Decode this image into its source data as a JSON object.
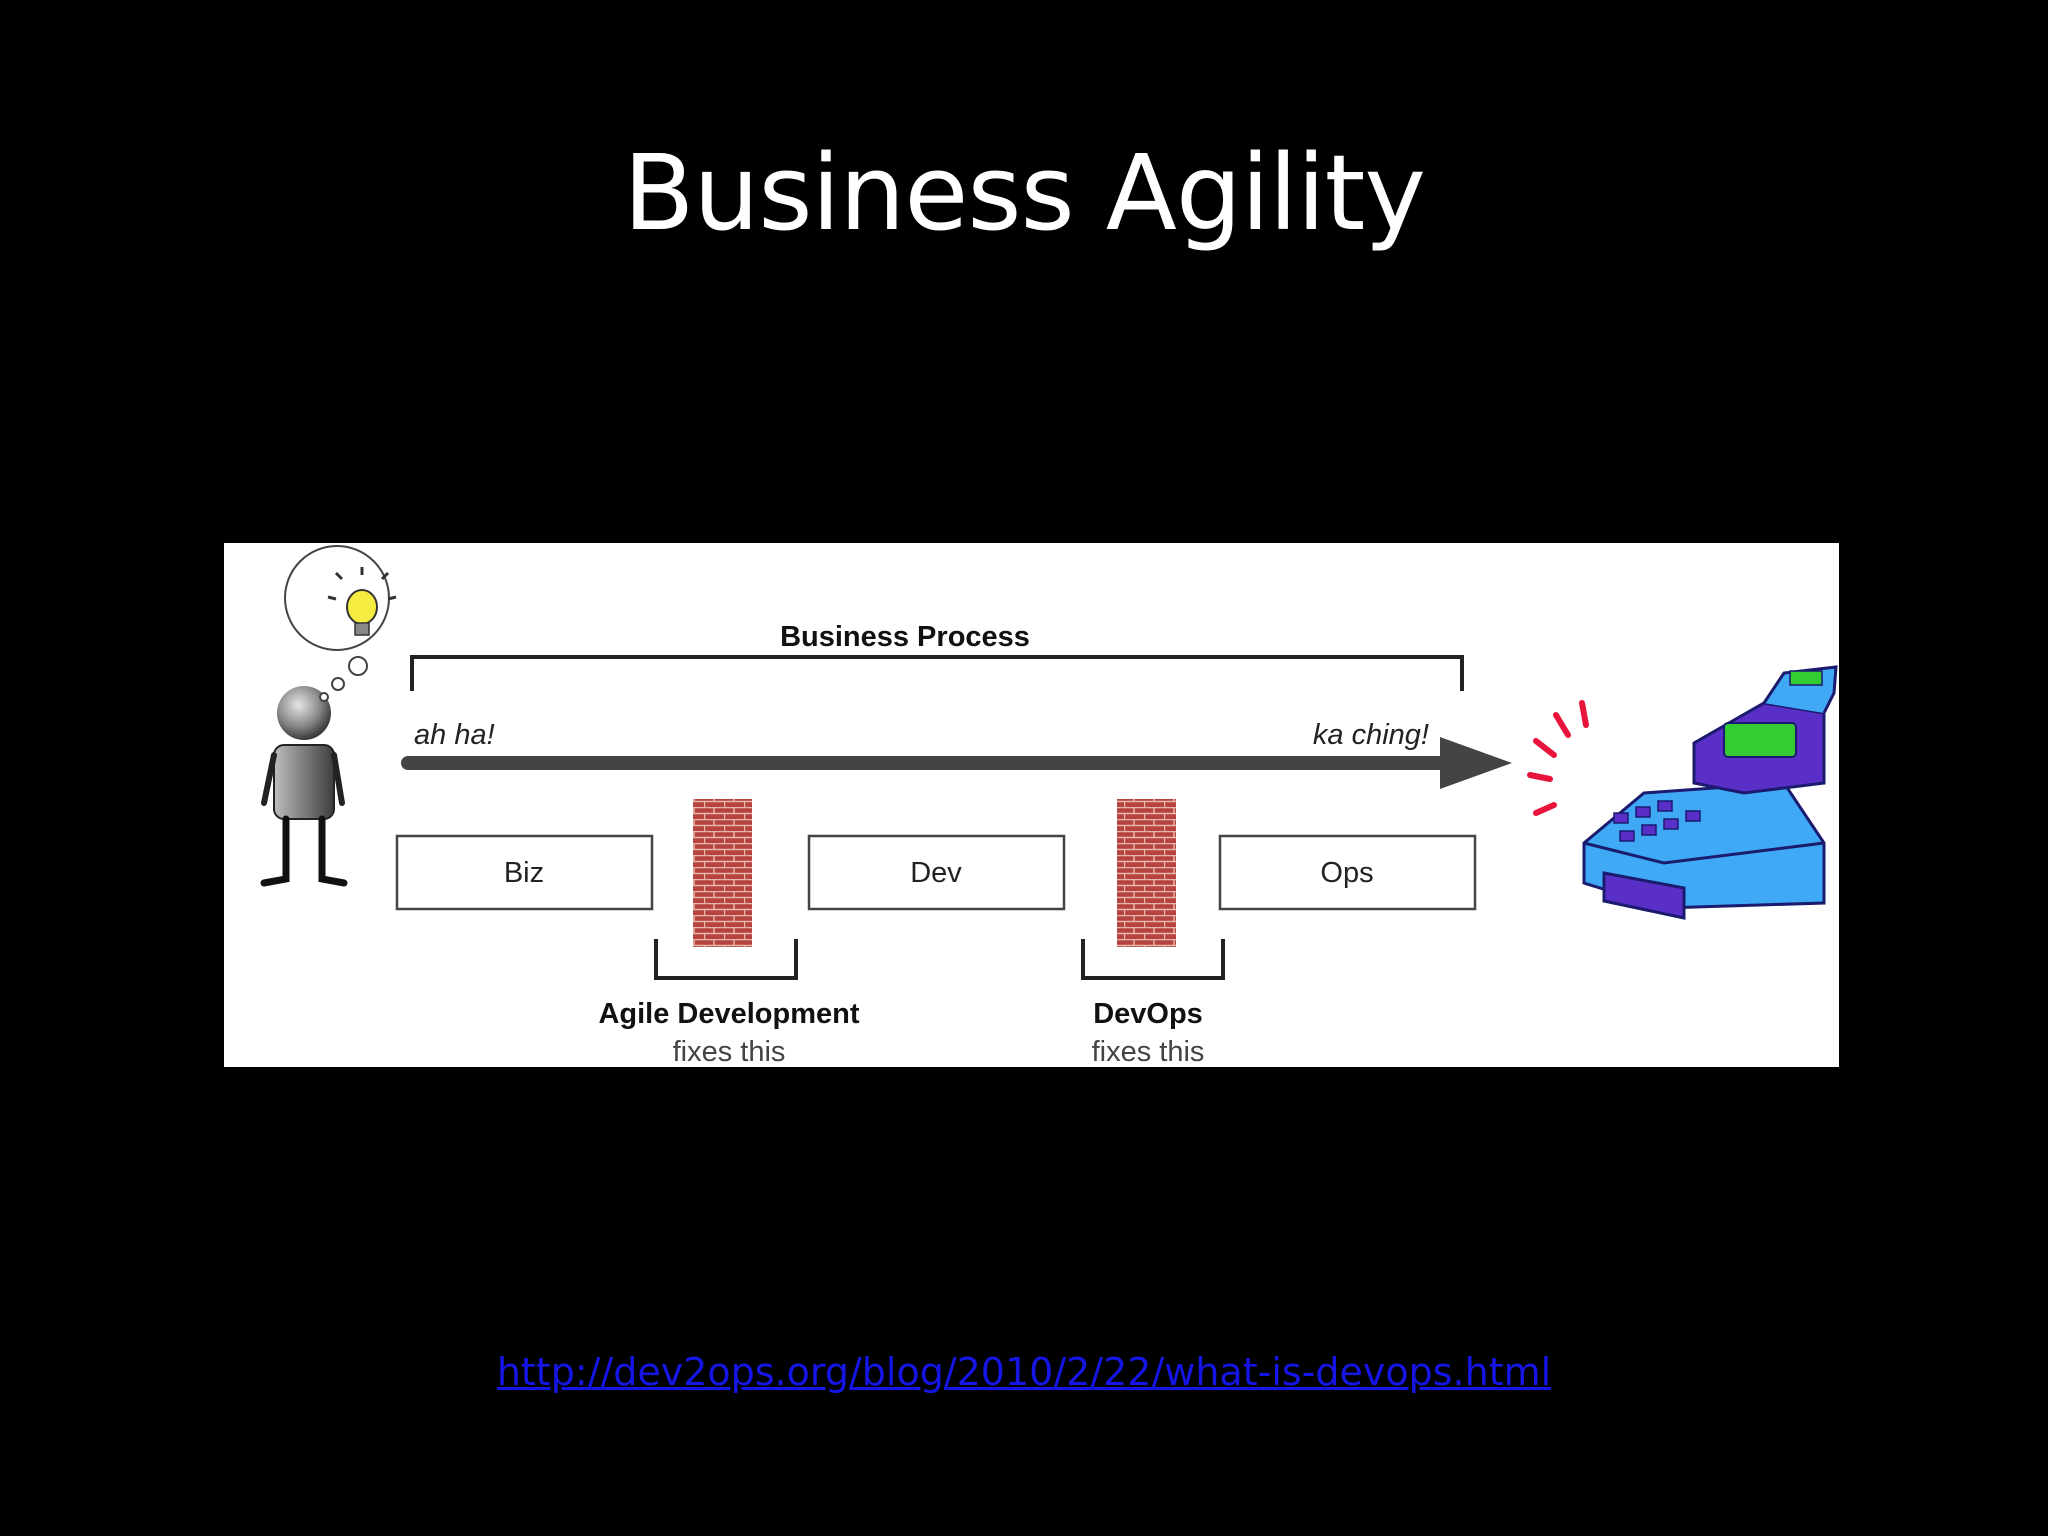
{
  "slide": {
    "title": "Business Agility",
    "source_url": "http://dev2ops.org/blog/2010/2/22/what-is-devops.html"
  },
  "diagram": {
    "process_label": "Business Process",
    "start_label": "ah ha!",
    "end_label": "ka ching!",
    "stages": [
      "Biz",
      "Dev",
      "Ops"
    ],
    "fixes": [
      {
        "title": "Agile Development",
        "subtitle": "fixes this"
      },
      {
        "title": "DevOps",
        "subtitle": "fixes this"
      }
    ],
    "icons": [
      "person-icon",
      "lightbulb-icon",
      "brick-wall-icon",
      "cash-register-icon"
    ],
    "colors": {
      "background": "#000000",
      "title": "#ffffff",
      "link": "#1515e6",
      "brick": "#b5433e",
      "arrow": "#444444",
      "register_body": "#3fa9f5",
      "register_purple": "#5a2fc8",
      "register_display": "#33cc33",
      "sparks": "#e8143c"
    }
  }
}
